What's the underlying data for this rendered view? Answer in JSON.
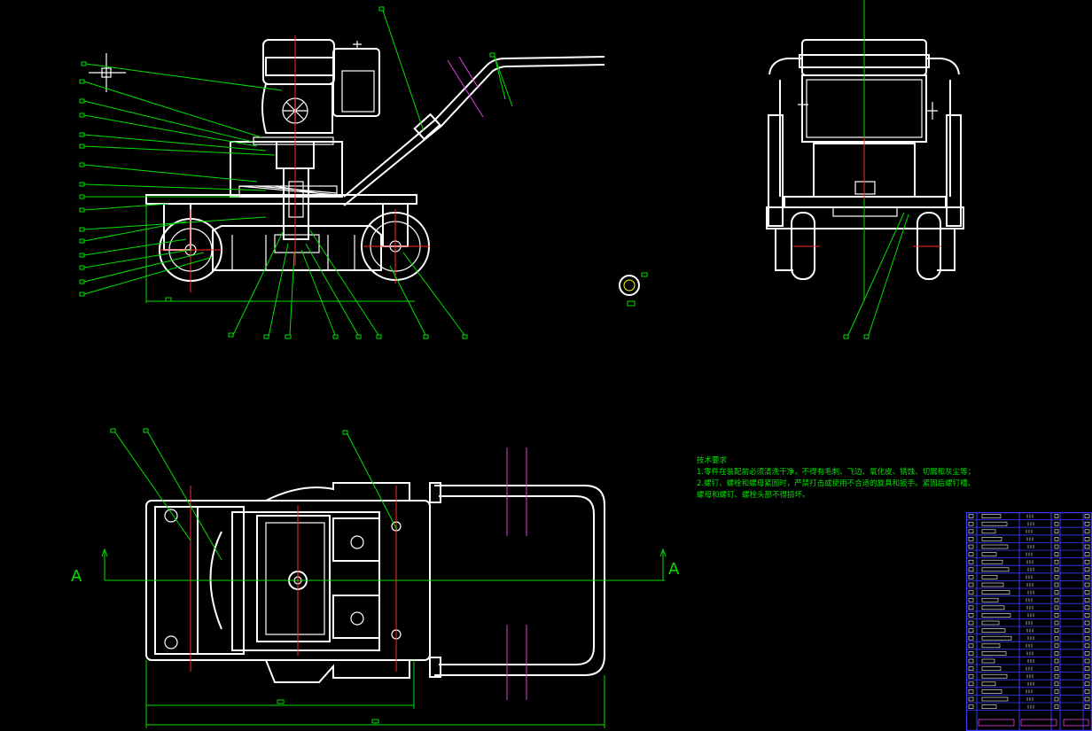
{
  "drawing": {
    "section_marker_left": "A",
    "section_marker_right": "A"
  },
  "technical_notes": {
    "heading": "技术要求",
    "items": [
      "1.零件在装配前必须清洗干净，不得有毛刺、飞边、氧化皮、锈蚀、切屑和灰尘等；",
      "2.螺钉、螺栓和螺母紧固时，严禁打击或使用不合适的旋具和扳手。紧固后螺钉槽、",
      "螺母和螺钉、螺栓头部不得损坏。"
    ]
  },
  "colors": {
    "background": "#000000",
    "outline": "#ffffff",
    "leader_lines": "#00e000",
    "center_lines": "#ff2a2a",
    "hidden_lines": "#e040e0",
    "title_block_grid": "#3a3aff"
  }
}
